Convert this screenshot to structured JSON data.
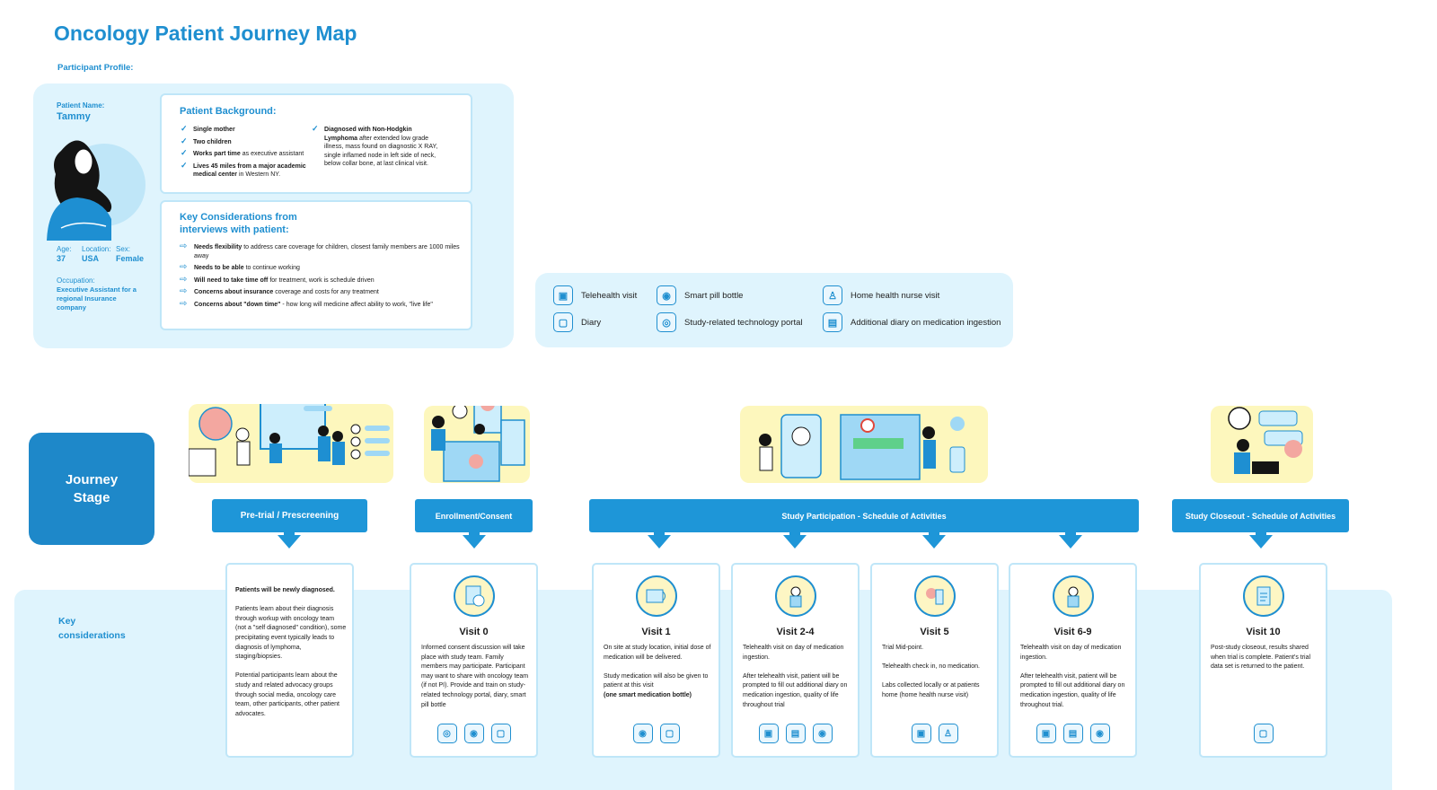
{
  "title": "Oncology Patient Journey Map",
  "profile": {
    "section_label": "Participant Profile:",
    "name_label": "Patient Name:",
    "name": "Tammy",
    "age_label": "Age:",
    "age": "37",
    "location_label": "Location:",
    "location": "USA",
    "sex_label": "Sex:",
    "sex": "Female",
    "occupation_label": "Occupation:",
    "occupation": "Executive Assistant for a regional Insurance company"
  },
  "background": {
    "title": "Patient Background:",
    "col1": [
      {
        "bold": "Single mother",
        "rest": ""
      },
      {
        "bold": "Two children",
        "rest": ""
      },
      {
        "bold": "Works part time",
        "rest": " as executive assistant"
      },
      {
        "bold": "Lives 45 miles from a major academic medical center",
        "rest": " in Western NY."
      }
    ],
    "col2": {
      "bold": "Diagnosed with Non-Hodgkin Lymphoma",
      "rest": " after extended low grade illness, mass found on diagnostic X RAY, single inflamed node in left side of neck, below collar bone, at last clinical visit."
    }
  },
  "considerations": {
    "title": "Key Considerations from interviews with patient:",
    "items": [
      {
        "bold": "Needs flexibility",
        "rest": " to address care coverage for children, closest family members are 1000 miles away"
      },
      {
        "bold": "Needs to be able",
        "rest": " to continue working"
      },
      {
        "bold": "Will need to take time off",
        "rest": " for treatment, work is schedule driven"
      },
      {
        "bold": "Concerns about insurance",
        "rest": " coverage and costs for any treatment"
      },
      {
        "bold": "Concerns about \"down time\"",
        "rest": " - how long will medicine affect ability to work, \"live life\""
      }
    ]
  },
  "legend": [
    {
      "icon": "telehealth-icon",
      "glyph": "▣",
      "label": "Telehealth visit"
    },
    {
      "icon": "pill-bottle-icon",
      "glyph": "◉",
      "label": "Smart pill bottle"
    },
    {
      "icon": "nurse-icon",
      "glyph": "♙",
      "label": "Home health nurse visit"
    },
    {
      "icon": "diary-icon",
      "glyph": "▢",
      "label": "Diary"
    },
    {
      "icon": "portal-icon",
      "glyph": "◎",
      "label": "Study-related technology portal"
    },
    {
      "icon": "med-diary-icon",
      "glyph": "▤",
      "label": "Additional diary on medication ingestion"
    }
  ],
  "journey_label": "Journey Stage",
  "stages": {
    "pretrial": "Pre-trial / Prescreening",
    "enrollment": "Enrollment/Consent",
    "participation": "Study Participation - Schedule of Activities",
    "closeout": "Study Closeout - Schedule of Activities"
  },
  "key_considerations_label": "Key considerations",
  "pretrial_card": {
    "lead": "Patients will be newly diagnosed.",
    "body": "Patients learn about their diagnosis through workup with oncology team (not a \"self diagnosed\" condition), some precipitating event typically leads to diagnosis of lymphoma, staging/biopsies.\n\nPotential participants learn about the study and related advocacy groups through social media, oncology care team, other participants, other patient advocates."
  },
  "visits": [
    {
      "title": "Visit 0",
      "text": "Informed consent discussion will take place with study team.  Family members may participate.  Participant may want to share with oncology team (if not PI). Provide and train on study-related technology portal, diary, smart pill bottle",
      "bold": "",
      "icons": [
        "portal-icon",
        "pill-bottle-icon",
        "diary-icon"
      ]
    },
    {
      "title": "Visit 1",
      "text": "On site at study location, initial dose of medication will be delivered.\n\nStudy medication will also be given to patient at this visit",
      "bold": "(one smart medication bottle)",
      "icons": [
        "pill-bottle-icon",
        "diary-icon"
      ]
    },
    {
      "title": "Visit 2-4",
      "text": "Telehealth visit on day of medication ingestion.\n\nAfter telehealth visit, patient will be prompted to fill out additional diary on medication ingestion, quality of life throughout trial",
      "bold": "",
      "icons": [
        "telehealth-icon",
        "med-diary-icon",
        "pill-bottle-icon"
      ]
    },
    {
      "title": "Visit 5",
      "text": "Trial Mid-point.\n\nTelehealth check in, no medication.\n\nLabs collected locally or at patients home (home health nurse visit)",
      "bold": "",
      "icons": [
        "telehealth-icon",
        "nurse-icon"
      ]
    },
    {
      "title": "Visit 6-9",
      "text": "Telehealth visit on day of medication ingestion.\n\nAfter telehealth visit, patient will be prompted to fill out additional diary on medication ingestion, quality of life throughout trial.",
      "bold": "",
      "icons": [
        "telehealth-icon",
        "med-diary-icon",
        "pill-bottle-icon"
      ]
    },
    {
      "title": "Visit 10",
      "text": "Post-study closeout, results shared when trial is complete. Patient's trial data set is returned to the patient.",
      "bold": "",
      "icons": [
        "diary-icon"
      ]
    }
  ]
}
